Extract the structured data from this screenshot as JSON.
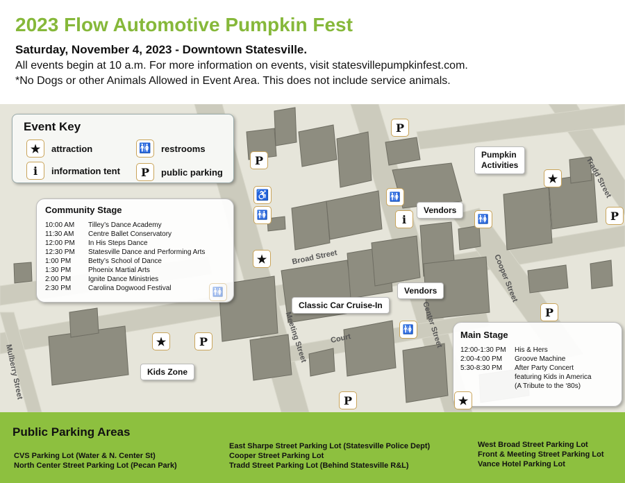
{
  "header": {
    "title": "2023 Flow Automotive Pumpkin Fest",
    "subtitle": "Saturday, November 4, 2023 - Downtown Statesville.",
    "line1": "All events begin at 10 a.m. For more information on events, visit statesvillepumpkinfest.com.",
    "line2": "*No Dogs or other Animals Allowed in Event Area. This does not include service animals."
  },
  "colors": {
    "title_green": "#86b83a",
    "footer_green": "#8dc03f",
    "map_ground": "#e6e5da",
    "road": "#cccbbd",
    "building": "#8e8d80",
    "marker_border": "#c9a45a"
  },
  "event_key": {
    "title": "Event Key",
    "items": [
      {
        "icon": "star-icon",
        "label": "attraction"
      },
      {
        "icon": "info-icon",
        "label": "information tent"
      },
      {
        "icon": "restroom-icon",
        "label": "restrooms"
      },
      {
        "icon": "parking-icon",
        "label": "public parking"
      }
    ],
    "info_glyph": "i",
    "parking_glyph": "P"
  },
  "streets": {
    "broad": "Broad Street",
    "meeting": "Meeting Street",
    "center": "Center Street",
    "cooper": "Cooper Street",
    "tradd": "Tradd Street",
    "mulberry": "Mulberry Street",
    "court": "Court"
  },
  "callouts": {
    "pumpkin_activities": [
      "Pumpkin",
      "Activities"
    ],
    "vendors_north": "Vendors",
    "vendors_south": "Vendors",
    "car_cruise": "Classic Car Cruise-In",
    "kids_zone": "Kids Zone"
  },
  "community_stage": {
    "title": "Community Stage",
    "schedule": [
      {
        "time": "10:00 AM",
        "act": "Tilley’s Dance Academy"
      },
      {
        "time": "11:30 AM",
        "act": "Centre Ballet Conservatory"
      },
      {
        "time": "12:00 PM",
        "act": "In His Steps Dance"
      },
      {
        "time": "12:30 PM",
        "act": "Statesville Dance and Performing Arts"
      },
      {
        "time": "1:00 PM",
        "act": "Betty’s School of Dance"
      },
      {
        "time": "1:30 PM",
        "act": "Phoenix Martial Arts"
      },
      {
        "time": "2:00 PM",
        "act": "Ignite Dance Ministries"
      },
      {
        "time": "2:30 PM",
        "act": "Carolina Dogwood Festival"
      }
    ]
  },
  "main_stage": {
    "title": "Main Stage",
    "schedule": [
      {
        "time": "12:00-1:30 PM",
        "act": "His & Hers"
      },
      {
        "time": "2:00-4:00 PM",
        "act": "Groove Machine"
      },
      {
        "time": "5:30-8:30 PM",
        "act": "After Party Concert"
      },
      {
        "time": "",
        "act": "featuring Kids in America"
      },
      {
        "time": "",
        "act": "(A Tribute to the ‘80s)"
      }
    ]
  },
  "parking": {
    "title": "Public Parking Areas",
    "col1": [
      "CVS Parking Lot (Water & N. Center St)",
      "North Center Street Parking Lot (Pecan Park)"
    ],
    "col2": [
      "East Sharpe Street Parking Lot (Statesville Police Dept)",
      "Cooper Street Parking Lot",
      "Tradd Street Parking Lot (Behind Statesville R&L)"
    ],
    "col3": [
      "West Broad Street Parking Lot",
      "Front & Meeting Street Parking Lot",
      "Vance Hotel Parking Lot"
    ]
  }
}
